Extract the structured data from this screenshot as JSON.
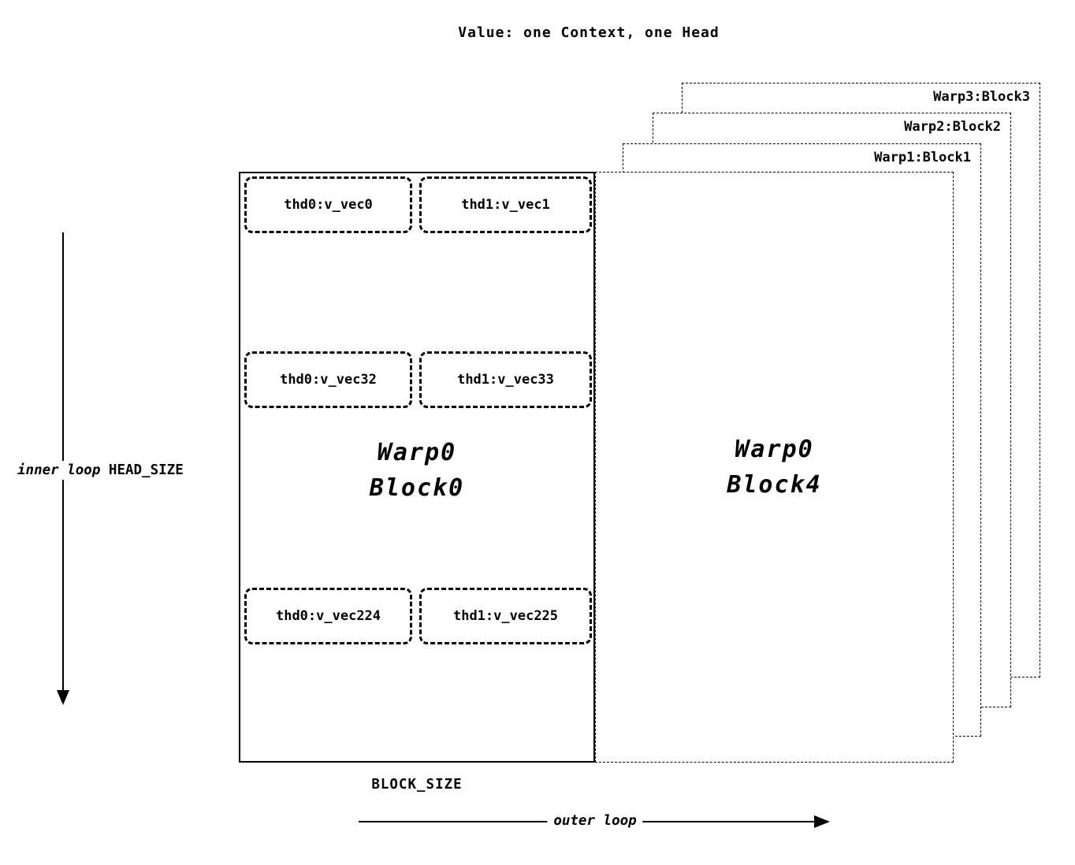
{
  "title": "Value: one Context, one Head",
  "back_blocks": [
    {
      "label": "Warp3:Block3"
    },
    {
      "label": "Warp2:Block2"
    },
    {
      "label": "Warp1:Block1"
    }
  ],
  "block0": {
    "line1": "Warp0",
    "line2": "Block0",
    "rows": [
      {
        "left": "thd0:v_vec0",
        "right": "thd1:v_vec1"
      },
      {
        "left": "thd0:v_vec32",
        "right": "thd1:v_vec33"
      },
      {
        "left": "thd0:v_vec224",
        "right": "thd1:v_vec225"
      }
    ]
  },
  "block4": {
    "line1": "Warp0",
    "line2": "Block4"
  },
  "left_axis": {
    "loop_label": "inner loop",
    "size_label": "HEAD_SIZE"
  },
  "bottom": {
    "block_size_label": "BLOCK_SIZE",
    "loop_label": "outer loop"
  }
}
